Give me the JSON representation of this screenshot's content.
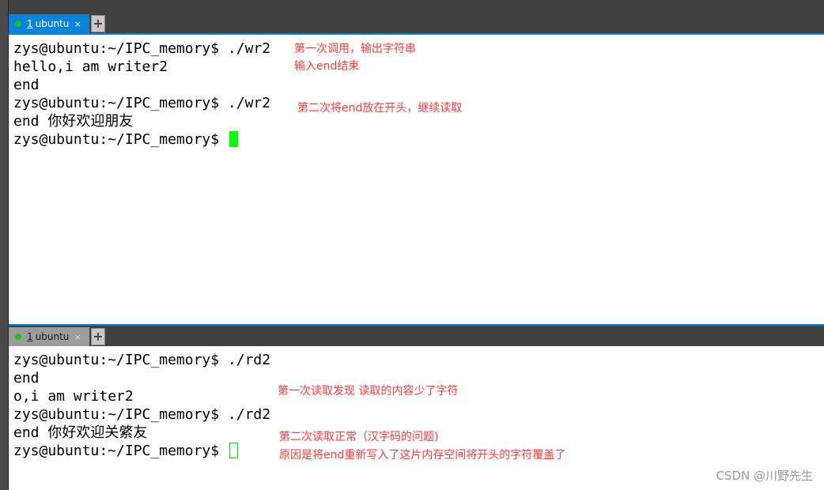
{
  "top_terminal": {
    "tab": {
      "number": "1",
      "label": "ubuntu",
      "close": "×",
      "active": true
    },
    "new_tab": "+",
    "lines": [
      "zys@ubuntu:~/IPC_memory$ ./wr2",
      "hello,i am writer2",
      "end",
      "zys@ubuntu:~/IPC_memory$ ./wr2",
      "end 你好欢迎朋友",
      "zys@ubuntu:~/IPC_memory$ "
    ],
    "cursor_color": "#00ff00"
  },
  "bottom_terminal": {
    "tab": {
      "number": "1",
      "label": "ubuntu",
      "close": "×",
      "active": false
    },
    "new_tab": "+",
    "lines": [
      "zys@ubuntu:~/IPC_memory$ ./rd2",
      "end",
      "o,i am writer2",
      "zys@ubuntu:~/IPC_memory$ ./rd2",
      "end 你好欢迎关綮友",
      "zys@ubuntu:~/IPC_memory$ "
    ]
  },
  "annotations": {
    "a1": "第一次调用，输出字符串",
    "a2": "输入end结束",
    "a3": "第二次将end放在开头，继续读取",
    "b1": "第一次读取发现 读取的内容少了字符",
    "b2": "第二次读取正常（汉字码的问题)",
    "b3": "原因是将end重新写入了这片内存空间将开头的字符覆盖了"
  },
  "watermark": "CSDN @川野先生",
  "colors": {
    "accent": "#0a84d8",
    "annotation": "#ff3b3b"
  }
}
